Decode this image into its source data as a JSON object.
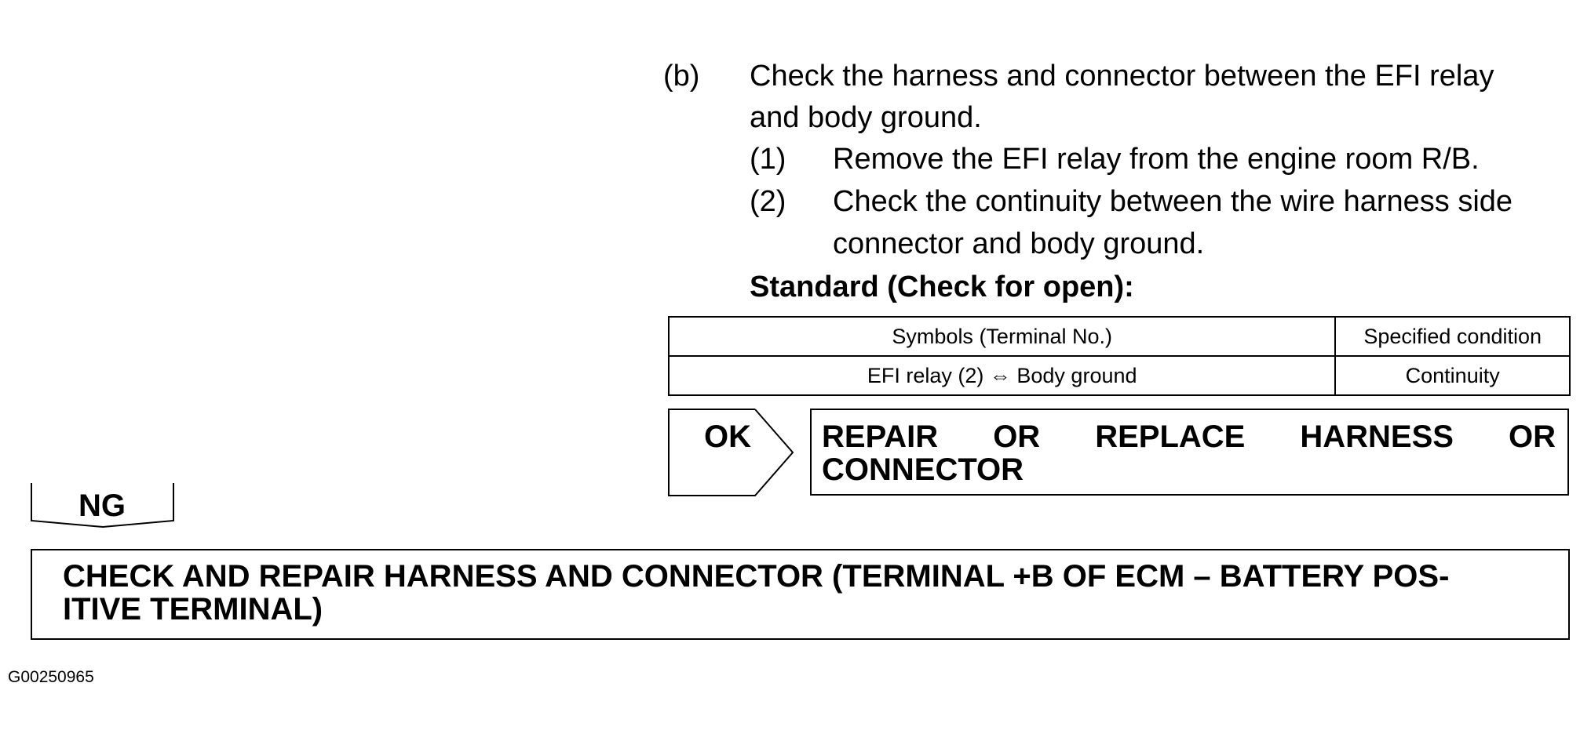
{
  "step": {
    "label": "(b)",
    "text_line1": "Check the harness and connector between the EFI relay",
    "text_line2": "and body ground."
  },
  "substeps": [
    {
      "label": "(1)",
      "line1": "Remove the EFI relay from the engine room R/B.",
      "line2": ""
    },
    {
      "label": "(2)",
      "line1": "Check the continuity between the wire harness side",
      "line2": "connector and body ground."
    }
  ],
  "standard_title": "Standard (Check for open):",
  "spec_table": {
    "headers": [
      "Symbols (Terminal No.)",
      "Specified condition"
    ],
    "rows": [
      [
        "EFI relay (2) ⇔ Body ground",
        "Continuity"
      ]
    ]
  },
  "ok_result": {
    "label": "OK",
    "words_line1": [
      "REPAIR",
      "OR",
      "REPLACE",
      "HARNESS",
      "OR"
    ],
    "line2": "CONNECTOR"
  },
  "ng_result": {
    "label": "NG",
    "line1": "CHECK AND REPAIR HARNESS AND CONNECTOR (TERMINAL +B OF ECM – BATTERY POS-",
    "line2": "ITIVE TERMINAL)"
  },
  "figure_id": "G00250965"
}
